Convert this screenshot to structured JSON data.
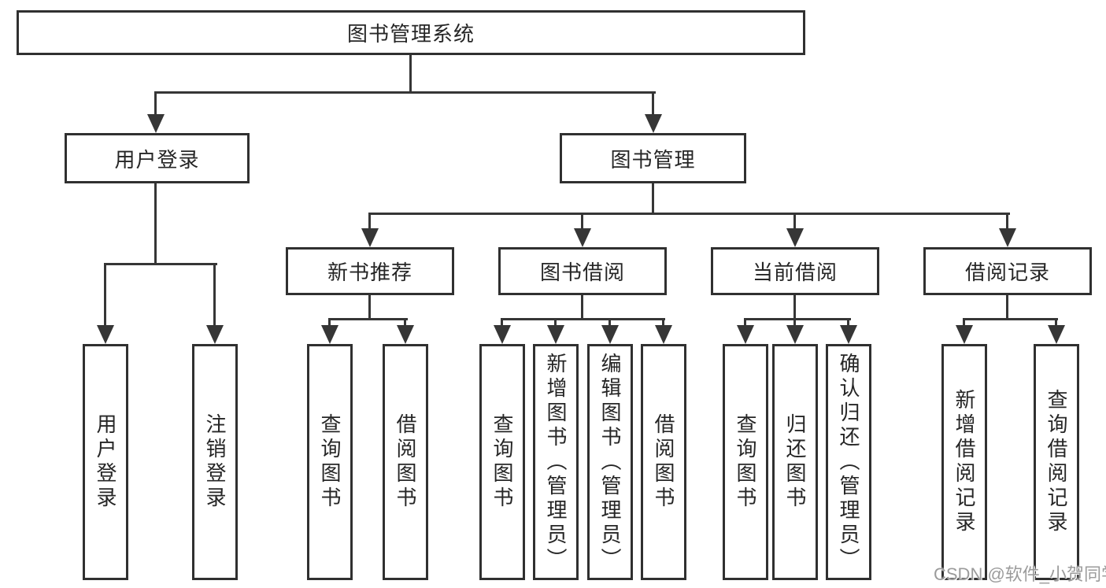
{
  "diagram": {
    "root": {
      "label": "图书管理系统"
    },
    "level2": [
      {
        "label": "用户登录"
      },
      {
        "label": "图书管理"
      }
    ],
    "level3": [
      {
        "label": "新书推荐"
      },
      {
        "label": "图书借阅"
      },
      {
        "label": "当前借阅"
      },
      {
        "label": "借阅记录"
      }
    ],
    "level4": [
      {
        "label": "用户登录"
      },
      {
        "label": "注销登录"
      },
      {
        "label": "查询图书"
      },
      {
        "label": "借阅图书"
      },
      {
        "label": "查询图书"
      },
      {
        "label": "新增图书（管理员）"
      },
      {
        "label": "编辑图书（管理员）"
      },
      {
        "label": "借阅图书"
      },
      {
        "label": "查询图书"
      },
      {
        "label": "归还图书"
      },
      {
        "label": "确认归还（管理员）"
      },
      {
        "label": "新增借阅记录"
      },
      {
        "label": "查询借阅记录"
      }
    ],
    "hierarchy": {
      "图书管理系统": {
        "用户登录": [
          "用户登录",
          "注销登录"
        ],
        "图书管理": {
          "新书推荐": [
            "查询图书",
            "借阅图书"
          ],
          "图书借阅": [
            "查询图书",
            "新增图书（管理员）",
            "编辑图书（管理员）",
            "借阅图书"
          ],
          "当前借阅": [
            "查询图书",
            "归还图书",
            "确认归还（管理员）"
          ],
          "借阅记录": [
            "新增借阅记录",
            "查询借阅记录"
          ]
        }
      }
    }
  },
  "watermark": {
    "text": "CSDN @软件_小贺同学"
  },
  "colors": {
    "background": "#ffffff",
    "line": "#363636",
    "border": "#303030",
    "text": "#262626",
    "watermark": "#9b9b9b"
  }
}
